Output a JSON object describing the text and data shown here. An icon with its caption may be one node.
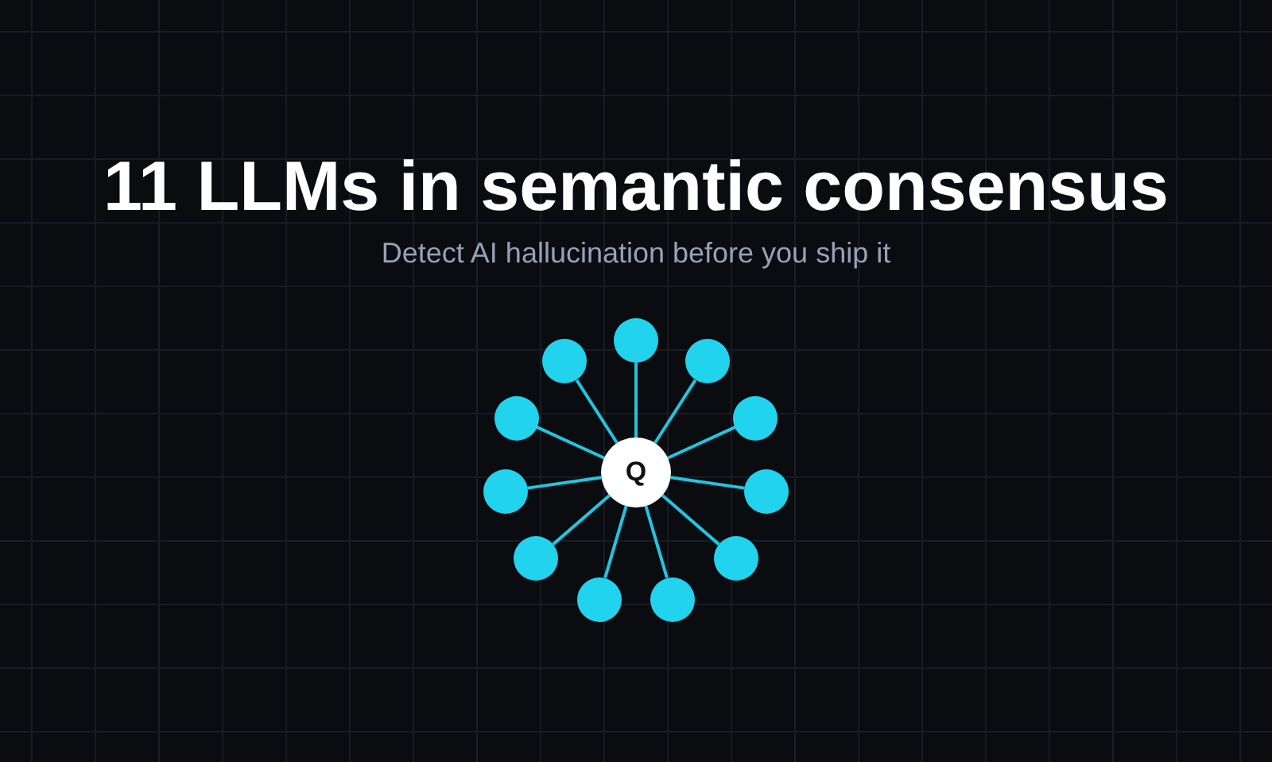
{
  "diagram": {
    "title": "11 LLMs in semantic consensus",
    "labels": [
      "Detect AI hallucination before you ship it"
    ],
    "nodes": [
      {
        "text": [
          "Q"
        ]
      },
      {
        "text": [],
        "shape": "circle"
      },
      {
        "text": [],
        "shape": "circle"
      },
      {
        "text": [],
        "shape": "circle"
      },
      {
        "text": [],
        "shape": "circle"
      },
      {
        "text": [],
        "shape": "circle"
      },
      {
        "text": [],
        "shape": "circle"
      },
      {
        "text": [],
        "shape": "circle"
      },
      {
        "text": [],
        "shape": "circle"
      },
      {
        "text": [],
        "shape": "circle"
      },
      {
        "text": [],
        "shape": "circle"
      },
      {
        "text": [],
        "shape": "circle"
      }
    ],
    "edges": [
      {
        "from": 0,
        "to": 1,
        "arrow": "none"
      },
      {
        "from": 0,
        "to": 2,
        "arrow": "none"
      },
      {
        "from": 0,
        "to": 3,
        "arrow": "none"
      },
      {
        "from": 0,
        "to": 4,
        "arrow": "none"
      },
      {
        "from": 0,
        "to": 5,
        "arrow": "none"
      },
      {
        "from": 0,
        "to": 6,
        "arrow": "none"
      },
      {
        "from": 0,
        "to": 7,
        "arrow": "none"
      },
      {
        "from": 0,
        "to": 8,
        "arrow": "none"
      },
      {
        "from": 0,
        "to": 9,
        "arrow": "none"
      },
      {
        "from": 0,
        "to": 10,
        "arrow": "none"
      },
      {
        "from": 0,
        "to": 11,
        "arrow": "none"
      }
    ]
  }
}
